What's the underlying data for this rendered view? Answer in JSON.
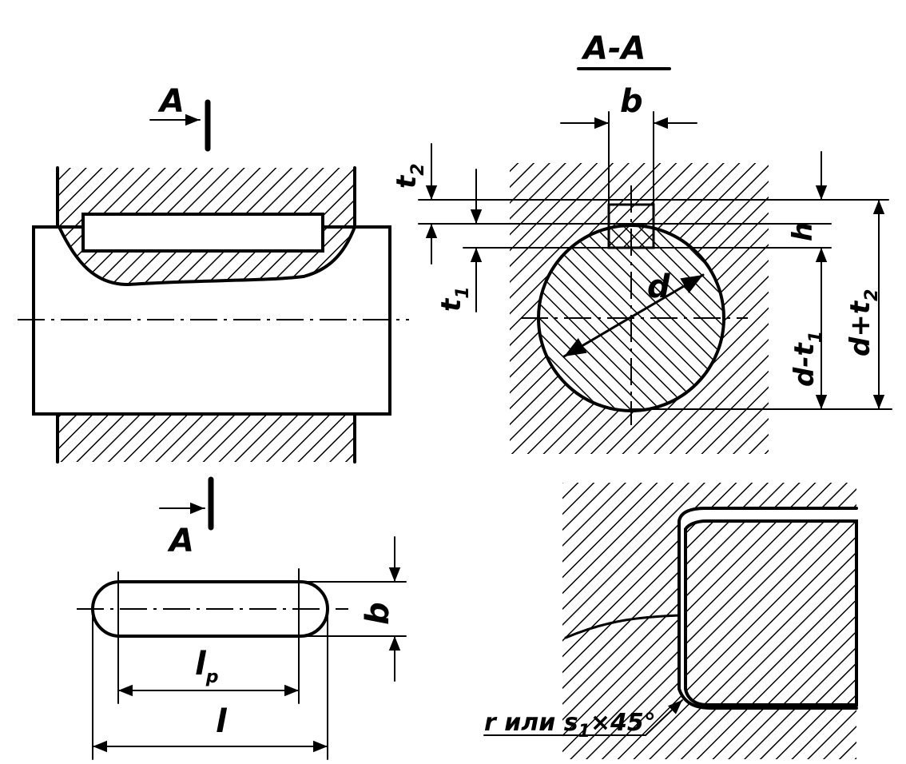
{
  "labels": {
    "section_title": "A-A",
    "section_mark_top": "A",
    "section_mark_bottom": "A",
    "dim_b_top": "b",
    "dim_t2": "t2",
    "dim_t1": "t1",
    "dim_h": "h",
    "dim_d": "d",
    "dim_d_minus_t1": "d-t1",
    "dim_d_plus_t2": "d+t2",
    "dim_b_key": "b",
    "dim_lp": "lp",
    "dim_l": "l",
    "chamfer_note": "r или s1×45°"
  },
  "label_parts": {
    "t": "t",
    "sub_1": "1",
    "sub_2": "2",
    "l": "l",
    "sub_p": "p",
    "d_minus": "d-t",
    "d_plus": "d+t",
    "note_main": "r или s",
    "note_tail": "×45°"
  }
}
